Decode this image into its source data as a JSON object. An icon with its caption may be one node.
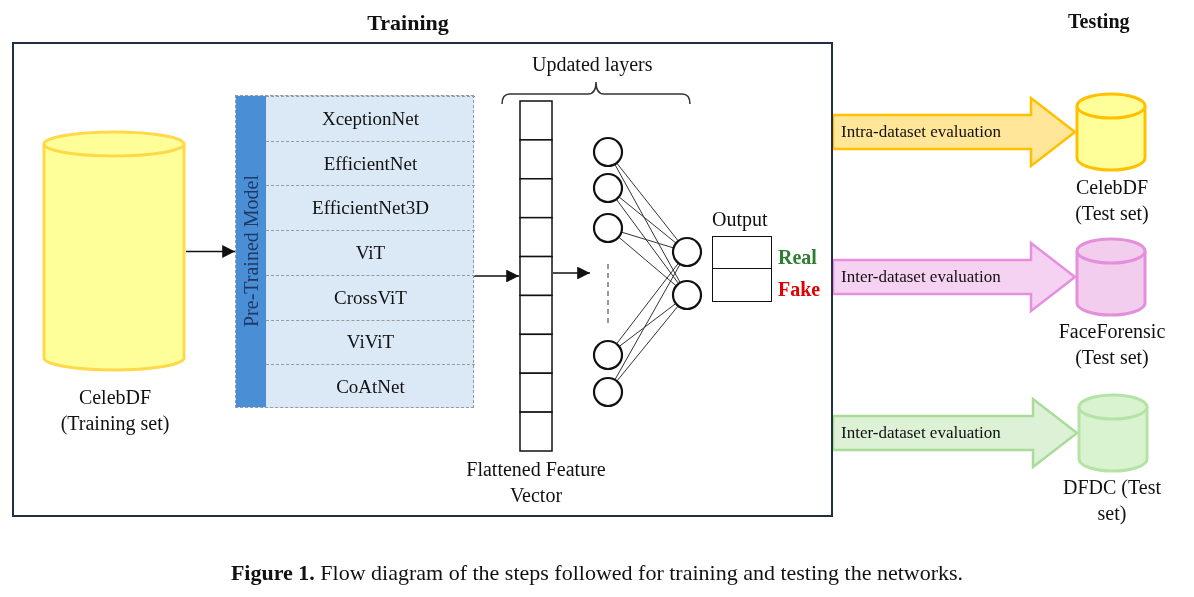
{
  "diagram": {
    "caption": "**Figure 1.** Flow diagram of the steps followed for training and testing the networks.",
    "nodes": [
      {
        "text": [
          "Training"
        ]
      },
      {
        "text": [],
        "shape": "cylinder",
        "in": 0,
        "beside": [
          "CelebDF (Training set)"
        ]
      },
      {
        "text": [
          "Pre-Trained Model"
        ],
        "in": 0
      },
      {
        "text": [
          "XceptionNet"
        ],
        "in": 2
      },
      {
        "text": [
          "EfficientNet"
        ],
        "in": 2
      },
      {
        "text": [
          "EfficientNet3D"
        ],
        "in": 2
      },
      {
        "text": [
          "ViT"
        ],
        "in": 2
      },
      {
        "text": [
          "CrossViT"
        ],
        "in": 2
      },
      {
        "text": [
          "ViViT"
        ],
        "in": 2
      },
      {
        "text": [
          "CoAtNet"
        ],
        "in": 2
      },
      {
        "text": [],
        "shape": "bar",
        "in": 0,
        "beside": [
          "Flattened Feature Vector"
        ]
      },
      {
        "text": [],
        "shape": "picture",
        "in": 0
      },
      {
        "text": [
          "Output"
        ],
        "in": 0,
        "beside": [
          "Real",
          "Fake"
        ]
      },
      {
        "text": [],
        "shape": "cylinder",
        "beside": [
          "CelebDF (Test set)"
        ]
      },
      {
        "text": [],
        "shape": "cylinder",
        "beside": [
          "FaceForensic (Test set)"
        ]
      },
      {
        "text": [],
        "shape": "cylinder",
        "beside": [
          "DFDC (Test set)"
        ]
      }
    ],
    "edges": [
      {
        "from": 1,
        "to": 2,
        "arrow": "to"
      },
      {
        "from": 2,
        "to": 10,
        "arrow": "to"
      },
      {
        "from": 10,
        "to": 11,
        "arrow": "to"
      },
      {
        "from": 0,
        "to": 13,
        "arrow": "to",
        "label": "Intra-dataset evaluation",
        "style": "thick",
        "color": "#ffc000"
      },
      {
        "from": 0,
        "to": 14,
        "arrow": "to",
        "label": "Inter-dataset evaluation",
        "style": "thick",
        "color": "#e58fde"
      },
      {
        "from": 0,
        "to": 15,
        "arrow": "to",
        "label": "Inter-dataset evaluation",
        "style": "thick",
        "color": "#a9dc98"
      }
    ],
    "labels": [
      "Updated layers",
      "Testing"
    ]
  }
}
